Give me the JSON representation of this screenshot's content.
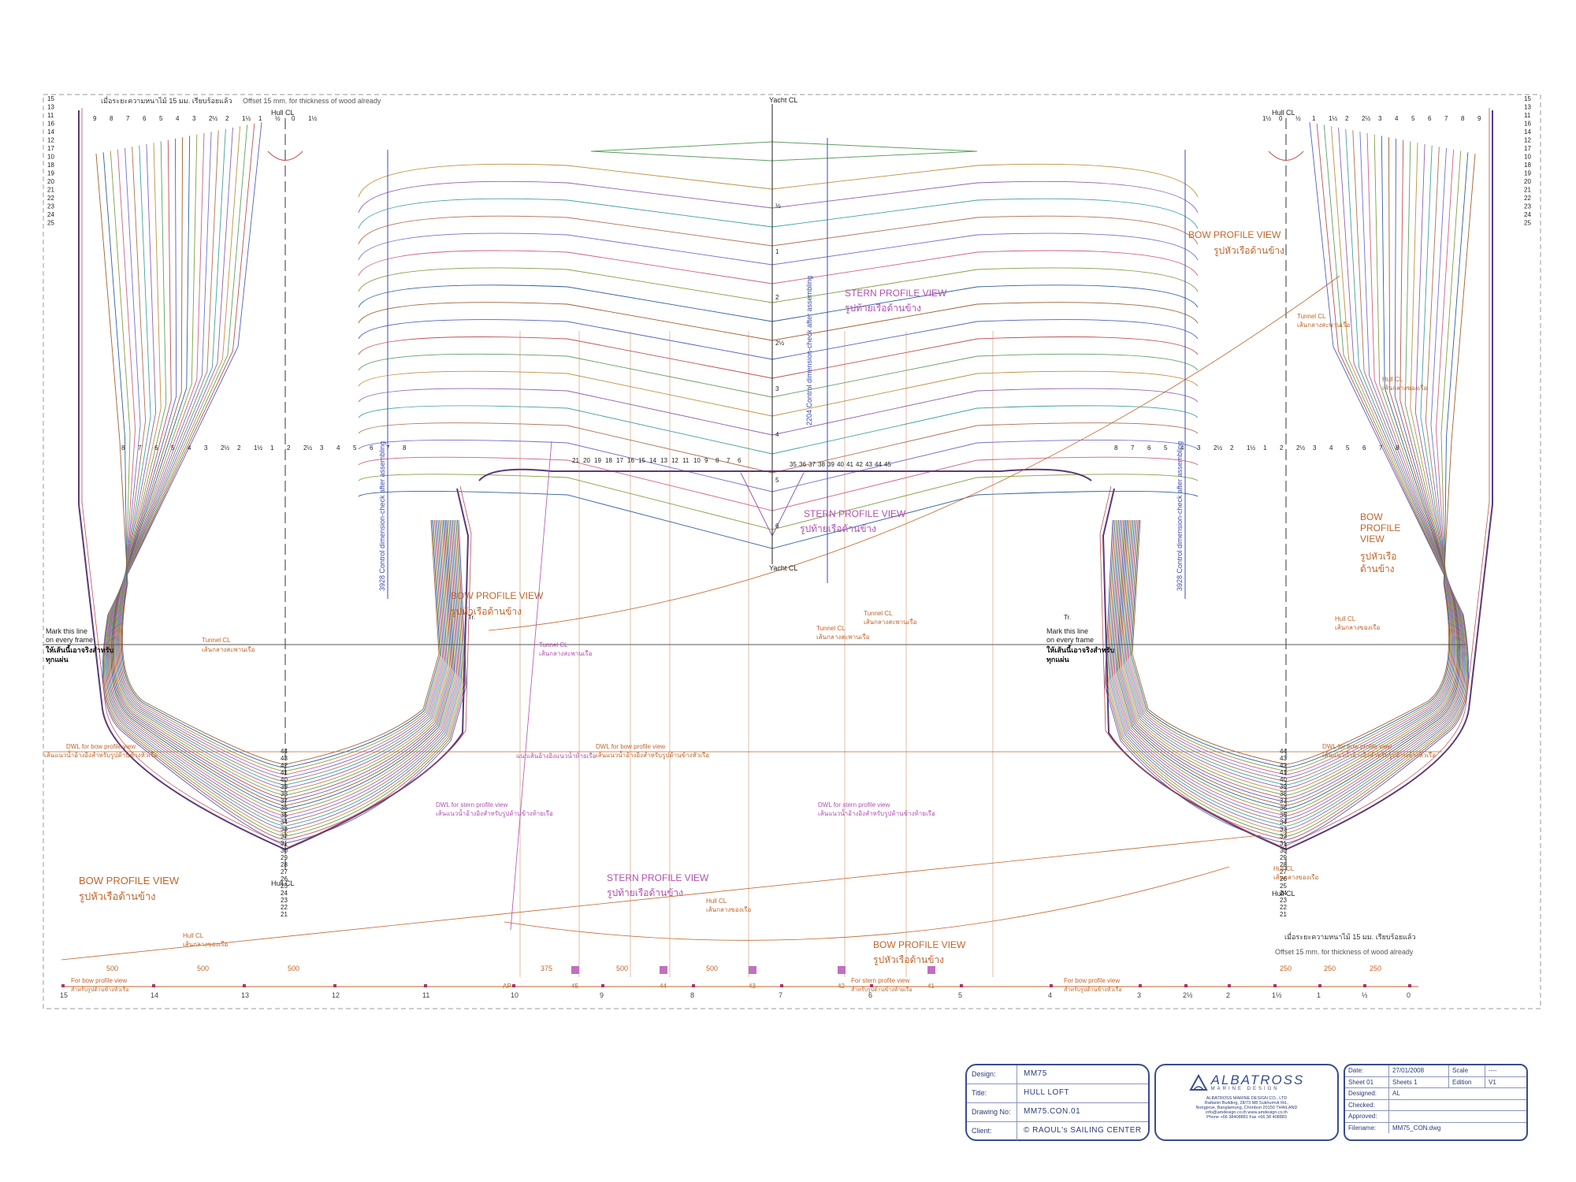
{
  "colors": {
    "frame": "#3a4c8c",
    "annotation_orange": "#c0652a",
    "annotation_purple": "#b050b0",
    "outline_dark": "#5a3a7a",
    "station_mark": "#b0306a"
  },
  "header": {
    "thai_note": "เมื่อระยะความหนาไม้ 15 มม. เรียบร้อยแล้ว",
    "offset_note": "Offset 15 mm. for thickness of wood already"
  },
  "centerlines": {
    "yacht_cl": "Yacht CL",
    "hull_cl": "Hull CL"
  },
  "dimensions": {
    "control_left": "3928 Control dimension-check after assembling",
    "control_center": "2204 Control dimension-check after assembling",
    "control_right": "3928 Control dimension-check after assembling"
  },
  "annotations": {
    "mark_line": [
      "Mark this line",
      "on every frame"
    ],
    "mark_line_thai": [
      "ให้เส้นนี้เอาจริงสำหรับ",
      "ทุกแผ่น"
    ],
    "bow_profile_view": "BOW PROFILE VIEW",
    "bow_profile_view_thai": "รูปหัวเรือด้านข้าง",
    "bow_profile_stack": [
      "BOW",
      "PROFILE",
      "VIEW"
    ],
    "bow_profile_stack_thai": [
      "รูปหัวเรือ",
      "ด้านข้าง"
    ],
    "stern_profile_view": "STERN PROFILE VIEW",
    "stern_profile_view_thai": "รูปท้ายเรือด้านข้าง",
    "tunnel_cl": "Tunnel CL",
    "tunnel_cl_thai": "เส้นกลางสะพานเรือ",
    "hull_cl_label": "Hull CL",
    "hull_cl_thai": "เส้นกลางของเรือ",
    "dwl_bow": "DWL for bow profile view",
    "dwl_bow_thai": "เส้นแนวน้ำอ้างอิงสำหรับรูปด้านข้างหัวเรือ",
    "dwl_stern": "DWL for stern profile view",
    "dwl_stern_thai": "เส้นแนวน้ำอ้างอิงสำหรับรูปด้านข้างท้ายเรือ",
    "waterline_thai": "แนวเส้นอ้างอิงแนวน้ำท้ายเรือ",
    "tr": "Tr."
  },
  "stations": {
    "labels": [
      "15",
      "14",
      "13",
      "12",
      "11",
      "10",
      "9",
      "8",
      "7",
      "6",
      "5",
      "4",
      "3",
      "2½",
      "2",
      "1½",
      "1",
      "½",
      "0"
    ],
    "frames": [
      "45",
      "44",
      "43",
      "42",
      "41"
    ],
    "ap": "AP",
    "bow_ref": "For bow profile view",
    "bow_ref_thai": "สำหรับรูปด้านข้างหัวเรือ",
    "stern_ref": "For stern profile view",
    "stern_ref_thai": "สำหรับรูปด้านข้างท้ายเรือ",
    "spacing_left": [
      "500",
      "500",
      "500"
    ],
    "spacing_mid": [
      "375",
      "500",
      "500"
    ],
    "spacing_right": [
      "250",
      "250",
      "250"
    ]
  },
  "frame_numbers": {
    "left_column": [
      "15",
      "13",
      "11",
      "16",
      "14",
      "12",
      "17",
      "10",
      "18",
      "19",
      "20",
      "21",
      "22",
      "23",
      "24",
      "25"
    ],
    "top_row": [
      "9",
      "8",
      "7",
      "6",
      "5",
      "4",
      "3",
      "2½",
      "2",
      "1½",
      "1",
      "½",
      "0",
      "1½"
    ],
    "mid_left": [
      "8",
      "7",
      "6",
      "5",
      "4",
      "3",
      "2½",
      "2",
      "1½",
      "1",
      "2",
      "2½",
      "3",
      "4",
      "5",
      "6",
      "7",
      "8"
    ],
    "keel_left": [
      "44",
      "43",
      "42",
      "41",
      "40",
      "39",
      "38",
      "37",
      "36",
      "35",
      "34",
      "33",
      "32",
      "31",
      "30",
      "29",
      "28",
      "27",
      "26",
      "25",
      "24",
      "23",
      "22",
      "21"
    ],
    "tunnel_top": [
      "21",
      "20",
      "19",
      "18",
      "17",
      "16",
      "15",
      "14",
      "13",
      "12",
      "11",
      "10",
      "9",
      "8",
      "7",
      "6"
    ],
    "tunnel_center": [
      "35",
      "36",
      "37",
      "38",
      "39",
      "40",
      "41",
      "42",
      "43",
      "44",
      "45"
    ],
    "center_fan": [
      "½",
      "1",
      "2",
      "2½",
      "3",
      "4",
      "5",
      "6"
    ]
  },
  "title_block": {
    "design_label": "Design:",
    "design_value": "MM75",
    "title_label": "Title:",
    "title_value": "HULL LOFT",
    "drawing_label": "Drawing No:",
    "drawing_value": "MM75.CON.01",
    "client_label": "Client:",
    "client_value": "© RAOUL's SAILING CENTER"
  },
  "company": {
    "name": "ALBATROSS",
    "tagline": "MARINE DESIGN",
    "line1": "ALBATROSS MARINE DESIGN CO., LTD",
    "line2": "Rattanin Building, 28/73 M8 Sukhumvit Rd.,",
    "line3": "Nongprue, Banglamung, Chonburi 20150 THAILAND",
    "line4": "info@amdesign.co.th  www.amdesign.co.th",
    "line5": "Phone +66 38408881  Fax +66 38 408883"
  },
  "revision": {
    "date_label": "Date:",
    "date_value": "27/01/2008",
    "scale_label": "Scale",
    "scale_value": "----",
    "sheet_label": "Sheet 01",
    "sheet_value": "Sheets 1",
    "edition_label": "Edition",
    "edition_value": "V1",
    "designed_label": "Designed:",
    "designed_value": "AL",
    "checked_label": "Checked:",
    "checked_value": "",
    "approved_label": "Approved:",
    "approved_value": "",
    "filename_label": "Filename:",
    "filename_value": "MM75_CON.dwg"
  }
}
